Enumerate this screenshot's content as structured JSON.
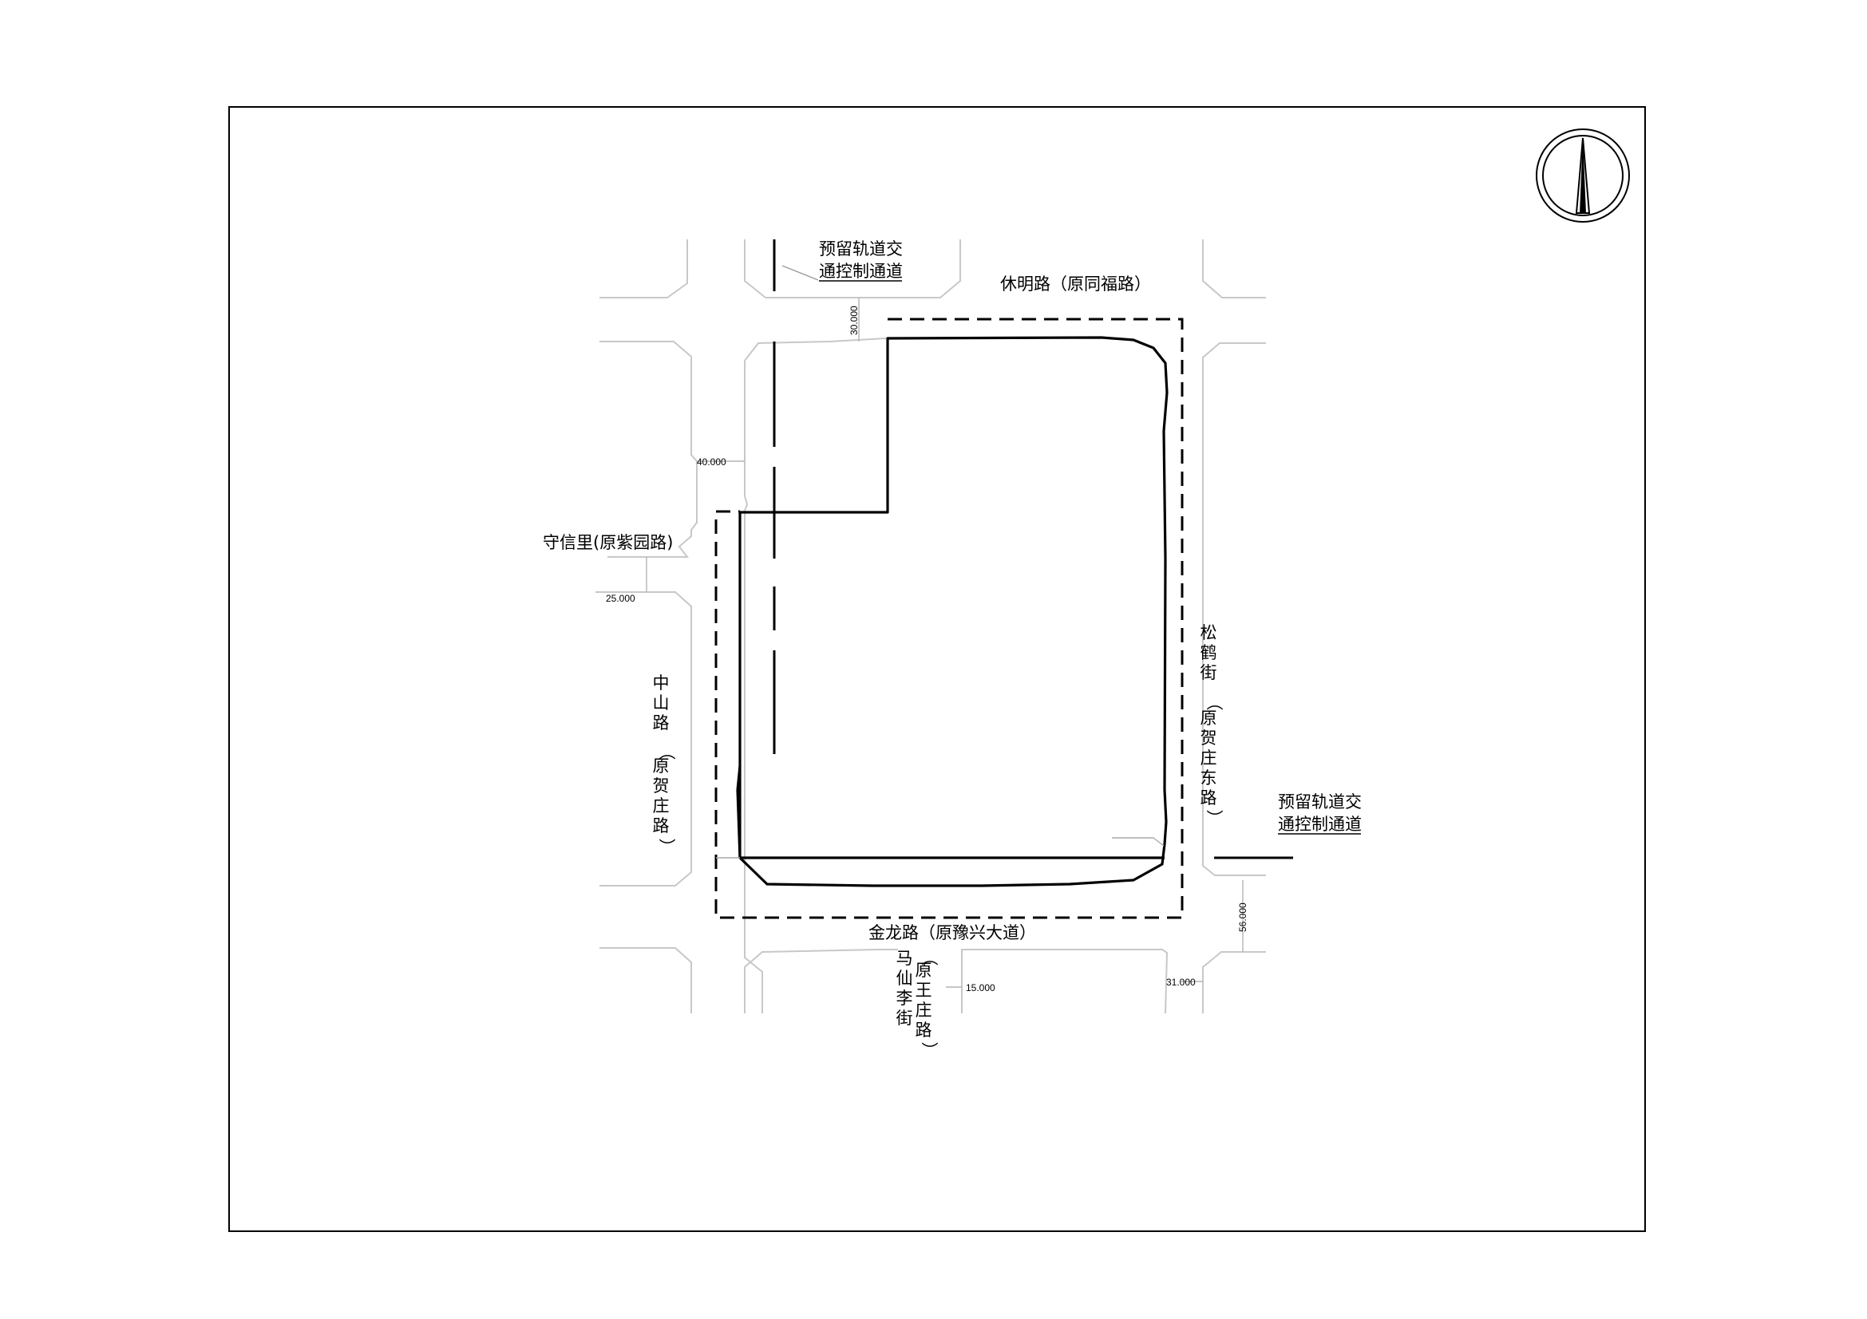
{
  "roads": {
    "north_corridor": {
      "line1": "预留轨道交",
      "line2": "通控制通道"
    },
    "xiuming": "休明路（原同福路）",
    "shouxinli": "守信里(原紫园路)",
    "zhongshan": [
      "中",
      "山",
      "路",
      "（",
      "原",
      "贺",
      "庄",
      "路",
      "）"
    ],
    "songhe": [
      "松",
      "鹤",
      "街",
      "（",
      "原",
      "贺",
      "庄",
      "东",
      "路",
      "）"
    ],
    "east_corridor": {
      "line1": "预留轨道交",
      "line2": "通控制通道"
    },
    "jinlong": "金龙路（原豫兴大道）",
    "maxianli_main": [
      "马",
      "仙",
      "李",
      "街"
    ],
    "maxianli_alias": [
      "（",
      "原",
      "王",
      "庄",
      "路",
      "）"
    ]
  },
  "dimensions": {
    "d30": "30.000",
    "d40": "40.000",
    "d25": "25.000",
    "d56": "56.000",
    "d15": "15.000",
    "d31": "31.000"
  },
  "colors": {
    "ink": "#000000",
    "road_edge": "#c8c8c8"
  },
  "icons": {
    "north_arrow": "north-arrow-icon"
  }
}
